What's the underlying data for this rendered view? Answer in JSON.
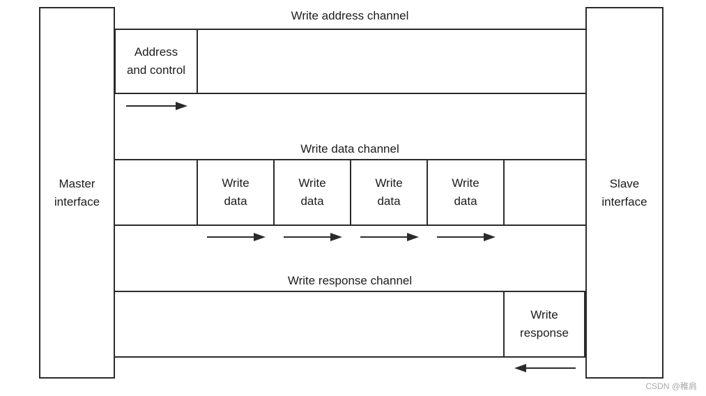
{
  "diagram": {
    "interfaces": {
      "master": {
        "label": "Master\ninterface"
      },
      "slave": {
        "label": "Slave\ninterface"
      }
    },
    "channels": [
      {
        "title": "Write address channel",
        "boxes": [
          {
            "label": "Address\nand control"
          }
        ],
        "arrow": {
          "direction": "right",
          "count": 1
        }
      },
      {
        "title": "Write data channel",
        "boxes": [
          {
            "label": "Write\ndata"
          },
          {
            "label": "Write\ndata"
          },
          {
            "label": "Write\ndata"
          },
          {
            "label": "Write\ndata"
          }
        ],
        "arrow": {
          "direction": "right",
          "count": 4
        }
      },
      {
        "title": "Write response channel",
        "boxes": [
          {
            "label": "Write\nresponse"
          }
        ],
        "arrow": {
          "direction": "left",
          "count": 1
        }
      }
    ],
    "watermark": "CSDN @稚肩",
    "colors": {
      "line": "#2b2b2b",
      "text": "#1c1c1c",
      "watermark": "#a9a9a9",
      "background": "#ffffff"
    }
  }
}
